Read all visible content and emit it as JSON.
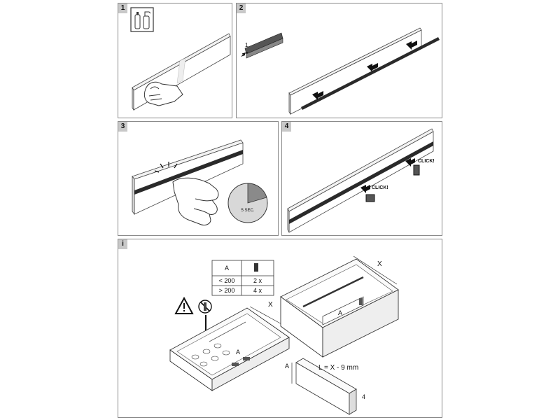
{
  "steps": [
    {
      "number": "1"
    },
    {
      "number": "2",
      "sub_label": "1."
    },
    {
      "number": "3",
      "timer_label": "5 SEC."
    },
    {
      "number": "4",
      "click_label_1": "CLICK!",
      "click_label_2": "CLICK!"
    },
    {
      "number": "i"
    }
  ],
  "info": {
    "table": {
      "header_a": "A",
      "rows": [
        {
          "range": "< 200",
          "count": "2 x"
        },
        {
          "range": "> 200",
          "count": "4 x"
        }
      ]
    },
    "dim_x_left": "X",
    "dim_a_left": "A",
    "dim_x_right": "X",
    "dim_a_right": "A",
    "divider_a": "A",
    "formula": "L = X - 9 mm",
    "thickness": "4"
  },
  "colors": {
    "panel_border": "#8a8a8a",
    "number_bg": "#c8c8c8",
    "strip": "#2a2a2a"
  }
}
